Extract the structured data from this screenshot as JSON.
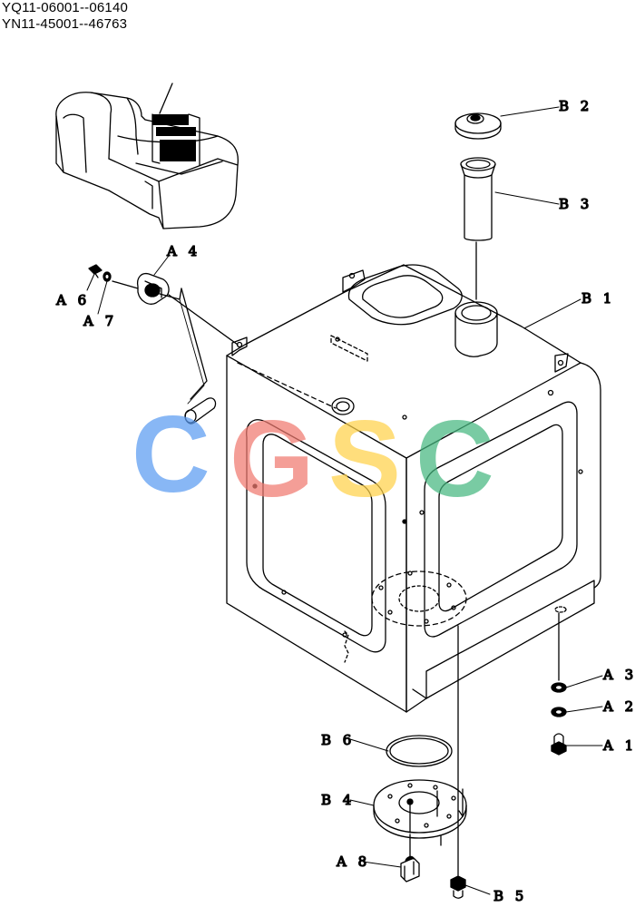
{
  "header": {
    "line1": "YQ11-06001--06140",
    "line2": "YN11-45001--46763"
  },
  "watermark": {
    "letters": [
      {
        "char": "C",
        "color": "#5b9cf2"
      },
      {
        "char": "G",
        "color": "#f07a70"
      },
      {
        "char": "S",
        "color": "#ffd24a"
      },
      {
        "char": "C",
        "color": "#46b880"
      }
    ]
  },
  "callouts": {
    "A1": "A 1",
    "A2": "A 2",
    "A3": "A 3",
    "A4": "A 4",
    "A6": "A 6",
    "A7": "A 7",
    "A8": "A 8",
    "B1": "B 1",
    "B2": "B 2",
    "B3": "B 3",
    "B4": "B 4",
    "B5": "B 5",
    "B6": "B 6"
  }
}
